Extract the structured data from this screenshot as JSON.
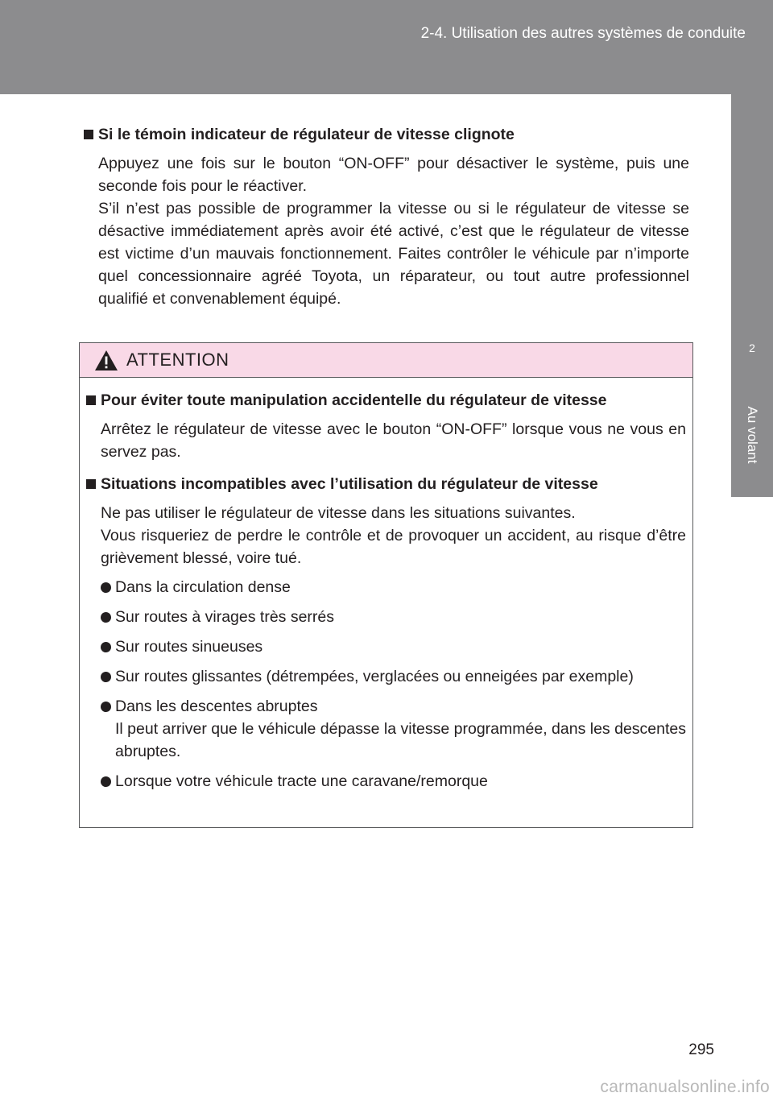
{
  "header": {
    "title": "2-4. Utilisation des autres systèmes de conduite"
  },
  "side_tab": {
    "number": "2",
    "label": "Au volant"
  },
  "section": {
    "heading": "Si le témoin indicateur de régulateur de vitesse clignote",
    "paragraph1": "Appuyez une fois sur le bouton “ON-OFF” pour désactiver le système, puis une seconde fois pour le réactiver.",
    "paragraph2": "S’il n’est pas possible de programmer la vitesse ou si le régulateur de vitesse se désactive immédiatement après avoir été activé, c’est que le régulateur de vitesse est victime d’un mauvais fonctionnement. Faites contrôler le véhicule par n’importe quel concessionnaire agréé Toyota, un réparateur, ou tout autre professionnel qualifié et convenablement équipé."
  },
  "warning": {
    "title": "ATTENTION",
    "heading1": "Pour éviter toute manipulation accidentelle du régulateur de vitesse",
    "text1": "Arrêtez le régulateur de vitesse avec le bouton “ON-OFF” lorsque vous ne vous en servez pas.",
    "heading2": "Situations incompatibles avec l’utilisation du régulateur de vitesse",
    "text2a": "Ne pas utiliser le régulateur de vitesse dans les situations suivantes.",
    "text2b": "Vous risqueriez de perdre le contrôle et de provoquer un accident, au risque d’être grièvement blessé, voire tué.",
    "bullets": [
      "Dans la circulation dense",
      "Sur routes à virages très serrés",
      "Sur routes sinueuses",
      "Sur routes glissantes (détrempées, verglacées ou enneigées par exemple)",
      "Dans les descentes abruptes",
      "Lorsque votre véhicule tracte une caravane/remorque"
    ],
    "bullet5_sub": "Il peut arriver que le véhicule dépasse la vitesse programmée, dans les descentes abruptes."
  },
  "page_number": "295",
  "watermark": "carmanualsonline.info"
}
